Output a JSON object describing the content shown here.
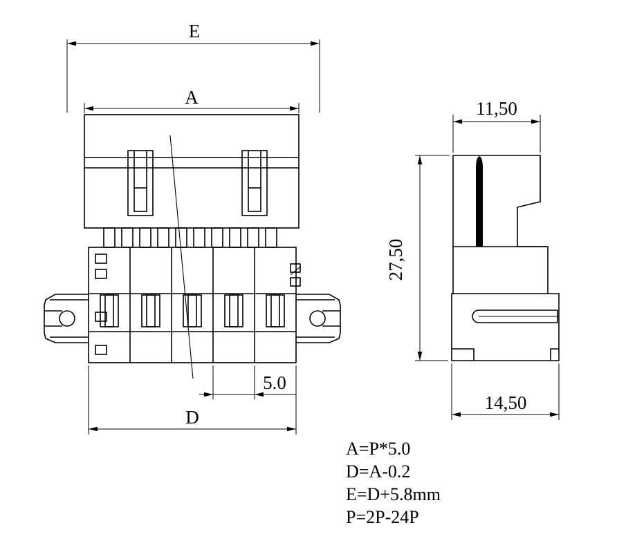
{
  "front_view": {
    "dim_e_label": "E",
    "dim_a_label": "A",
    "dim_d_label": "D",
    "dim_pitch_label": "5.0"
  },
  "side_view": {
    "dim_top_width_label": "11,50",
    "dim_height_label": "27,50",
    "dim_bottom_width_label": "14,50"
  },
  "notes": [
    "A=P*5.0",
    "D=A-0.2",
    "E=D+5.8mm",
    "P=2P-24P"
  ],
  "colors": {
    "line": "#000000",
    "background": "#ffffff",
    "pin_fill": "#000000"
  }
}
